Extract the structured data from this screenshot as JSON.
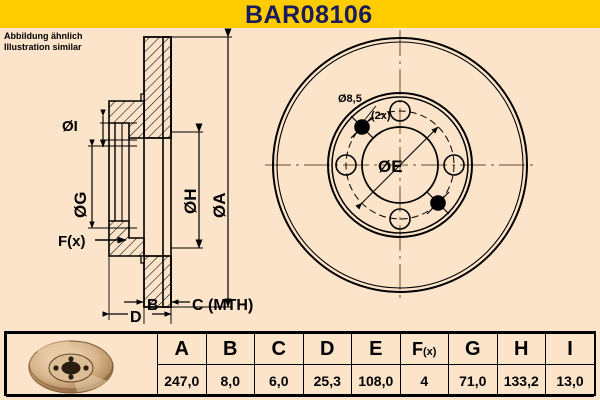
{
  "banner": {
    "title": "BAR08106",
    "bg_color": "#FFCC00",
    "title_color": "#1A1A5E"
  },
  "page": {
    "background_color": "#FBE4CA",
    "line_color": "#000000"
  },
  "note": {
    "line1": "Abbildung ähnlich",
    "line2": "Illustration similar"
  },
  "section_view": {
    "labels": {
      "dia_i": "ØI",
      "dia_g": "ØG",
      "dia_h": "ØH",
      "dia_a": "ØA",
      "fx": "F(x)",
      "b": "B",
      "c_mth": "C (MTH)",
      "d": "D"
    }
  },
  "front_view": {
    "labels": {
      "dia_e": "ØE",
      "hole_dia": "Ø8,5",
      "hole_count": "(2x)"
    },
    "bolt_holes": 4,
    "small_holes": 2
  },
  "spec_table": {
    "headers": [
      "A",
      "B",
      "C",
      "D",
      "E",
      "F(x)",
      "G",
      "H",
      "I"
    ],
    "fx_header": {
      "main": "F",
      "sub": "(x)"
    },
    "values": [
      "247,0",
      "8,0",
      "6,0",
      "25,3",
      "108,0",
      "4",
      "71,0",
      "133,2",
      "13,0"
    ],
    "thumbnail_alt": "brake-disc-photo"
  }
}
